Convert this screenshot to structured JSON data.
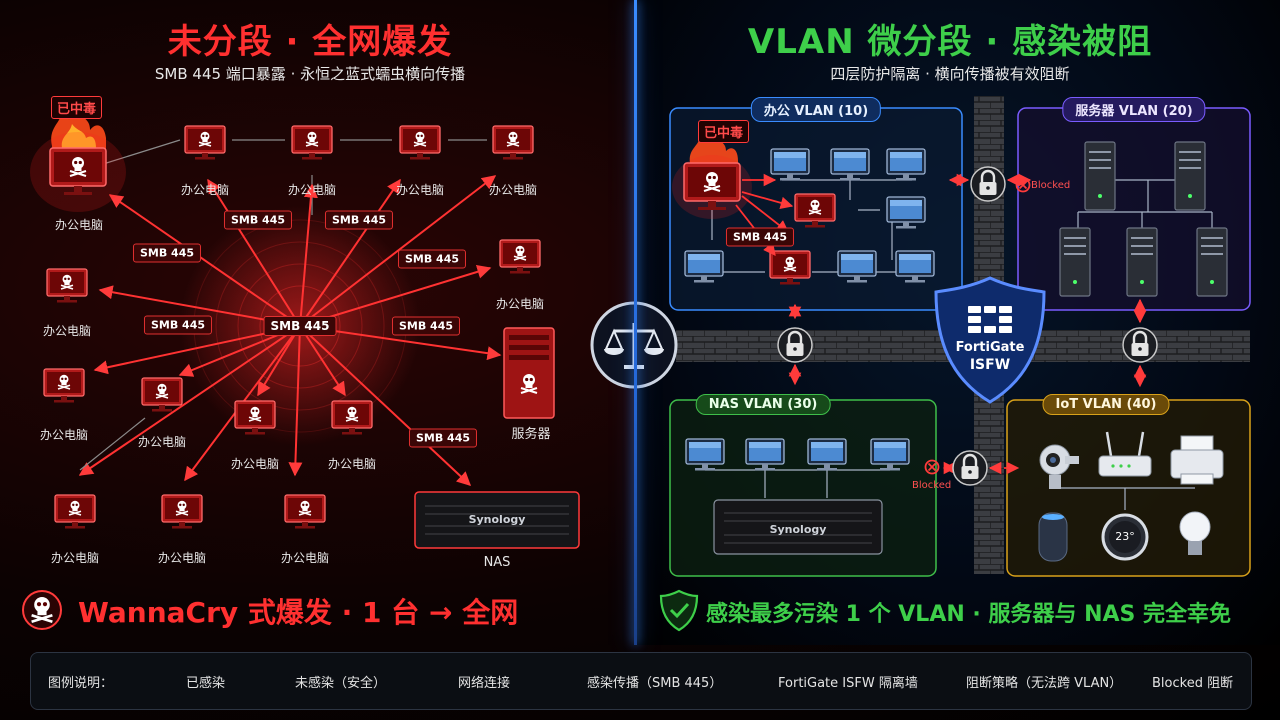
{
  "left": {
    "title": "未分段 · 全网爆发",
    "subtitle": "SMB 445 端口暴露 · 永恒之蓝式蠕虫横向传播",
    "infected_tag": "已中毒",
    "hub_label": "SMB 445",
    "edge_label": "SMB 445",
    "pc_label": "办公电脑",
    "server_label": "服务器",
    "nas_label": "NAS",
    "nas_brand": "Synology",
    "bottom_text": "WannaCry 式爆发 · 1 台 → 全网"
  },
  "right": {
    "title": "VLAN 微分段 · 感染被阻",
    "subtitle": "四层防护隔离 · 横向传播被有效阻断",
    "infected_tag": "已中毒",
    "smb_label": "SMB 445",
    "vlans": {
      "office": "办公 VLAN (10)",
      "server": "服务器 VLAN (20)",
      "nas": "NAS VLAN (30)",
      "iot": "IoT VLAN (40)"
    },
    "blocked": "Blocked",
    "nas_brand": "Synology",
    "thermostat": "23°",
    "firewall_line1": "FortiGate",
    "firewall_line2": "ISFW",
    "bottom_text": "感染最多污染 1 个 VLAN · 服务器与 NAS 完全幸免"
  },
  "legend": {
    "title": "图例说明：",
    "infected": "已感染",
    "clean": "未感染（安全）",
    "link": "网络连接",
    "spread": "感染传播（SMB 445）",
    "wall": "FortiGate ISFW 隔离墙",
    "policy": "阻断策略（无法跨 VLAN）",
    "blocked": "Blocked 阻断"
  },
  "colors": {
    "danger": "#e53030",
    "safe": "#3ecf4a",
    "office_border": "#3a8cff",
    "server_border": "#7a5cff",
    "nas_border": "#3fbf4a",
    "iot_border": "#d9a21a"
  }
}
